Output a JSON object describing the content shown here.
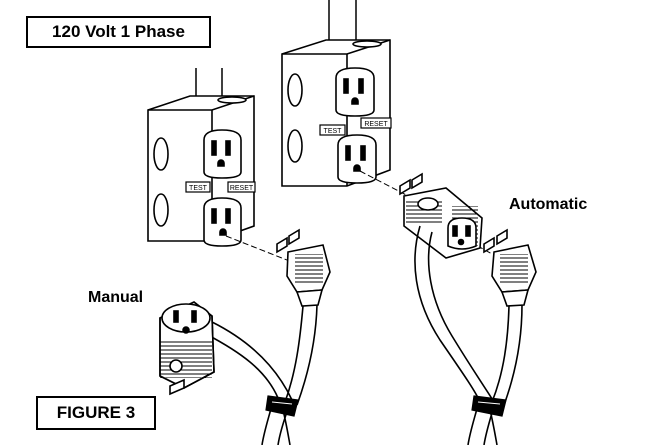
{
  "title": "120 Volt 1 Phase",
  "figure_label": "FIGURE 3",
  "labels": {
    "manual": "Manual",
    "automatic": "Automatic"
  },
  "receptacle_buttons": {
    "test": "TEST",
    "reset": "RESET"
  }
}
